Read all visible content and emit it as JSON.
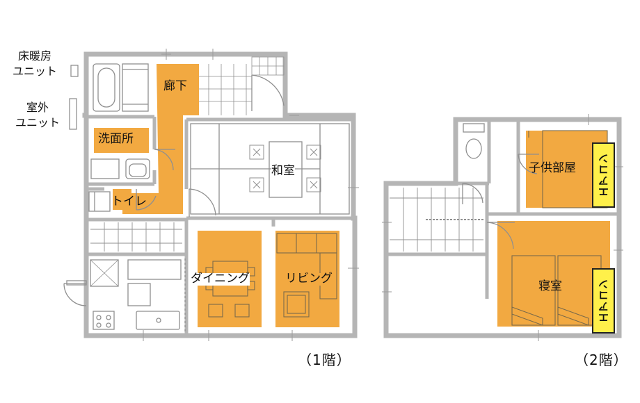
{
  "plan": {
    "floor1": {
      "label": "（1階）",
      "rooms": {
        "hallway": "廊下",
        "washroom": "洗面所",
        "toilet": "トイレ",
        "japanese_room": "和室",
        "dining": "ダイニング",
        "living": "リビング"
      },
      "equipment": {
        "floor_heating_unit": "床暖房\nユニット",
        "outdoor_unit": "室外\nユニット"
      }
    },
    "floor2": {
      "label": "（2階）",
      "rooms": {
        "kids_room": "子供部屋",
        "bedroom": "寝室"
      },
      "aircon_label": "エアコン"
    },
    "colors": {
      "highlight": "#f2a941",
      "wall": "#b5b5b5",
      "line": "#9a9a9a",
      "aircon": "#fff04a"
    }
  }
}
